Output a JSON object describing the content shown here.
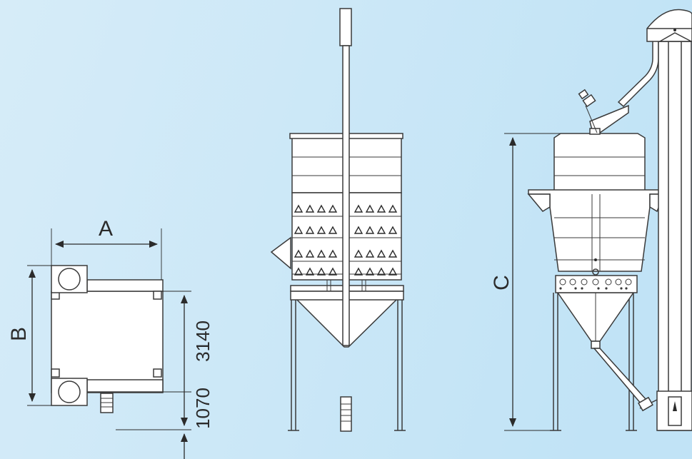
{
  "colors": {
    "bg_start": "#d6ecf8",
    "bg_end": "#c3e4f6",
    "line": "#3a3a3a",
    "fill": "#ffffff"
  },
  "labels": {
    "dim_a": "A",
    "dim_b": "B",
    "dim_c": "C",
    "dim_3140": "3140",
    "dim_1070": "1070"
  }
}
